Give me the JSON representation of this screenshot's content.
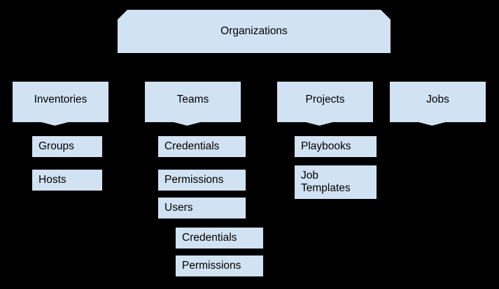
{
  "diagram": {
    "title": "Organizations",
    "background_color": "#000000",
    "node_fill_color": "#d1e2f3",
    "connector_color": "#000000",
    "text_color": "#000000",
    "root": {
      "label": "Organizations",
      "shape": "banner-chamfered"
    },
    "categories": [
      {
        "label": "Inventories",
        "shape": "notched-box",
        "children": [
          {
            "label": "Groups"
          },
          {
            "label": "Hosts"
          }
        ]
      },
      {
        "label": "Teams",
        "shape": "notched-box",
        "children": [
          {
            "label": "Credentials"
          },
          {
            "label": "Permissions"
          },
          {
            "label": "Users",
            "children": [
              {
                "label": "Credentials"
              },
              {
                "label": "Permissions"
              }
            ]
          }
        ]
      },
      {
        "label": "Projects",
        "shape": "notched-box",
        "children": [
          {
            "label": "Playbooks"
          },
          {
            "label": "Job\nTemplates"
          }
        ]
      },
      {
        "label": "Jobs",
        "shape": "notched-box",
        "children": []
      }
    ]
  }
}
